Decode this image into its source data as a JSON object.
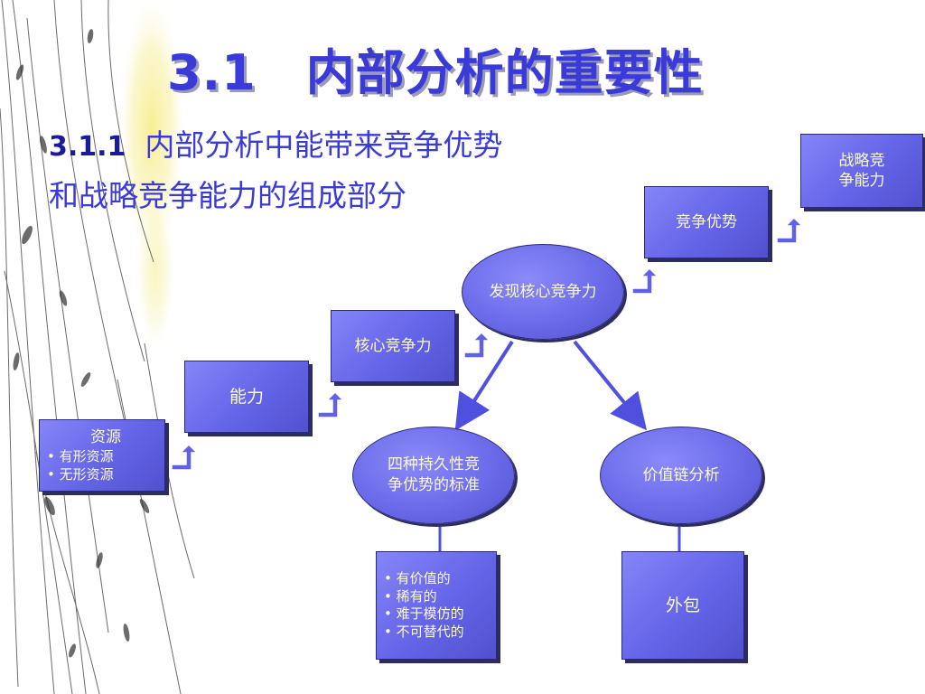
{
  "title": "3.1　内部分析的重要性",
  "subtitle": {
    "number": "3.1.1",
    "line1_text": "  内部分析中能带来竞争优势",
    "line2": "和战略竞争能力的组成部分"
  },
  "nodes": {
    "resources": {
      "title": "资源",
      "items": [
        "• 有形资源",
        "• 无形资源"
      ]
    },
    "capabilities": {
      "label": "能力"
    },
    "core_competence": {
      "label": "核心竞争力"
    },
    "discover_core": {
      "label": "发现核心竞争力"
    },
    "competitive_advantage": {
      "label": "竞争优势"
    },
    "strategic_competitiveness": {
      "lines": [
        "战略竞",
        "争能力"
      ]
    },
    "four_criteria": {
      "lines": [
        "四种持久性竞",
        "争优势的标准"
      ]
    },
    "value_chain": {
      "label": "价值链分析"
    },
    "criteria_list": {
      "items": [
        "• 有价值的",
        "• 稀有的",
        "• 难于模仿的",
        "• 不可替代的"
      ]
    },
    "outsourcing": {
      "label": "外包"
    }
  },
  "colors": {
    "title": "#3a3ad8",
    "box_fill": "#6b6bea",
    "box_text": "#fafad0",
    "shadow": "#2c2c5e",
    "arrow": "#5050e0",
    "decor_yellow": "#f8f2a8"
  },
  "icons": [
    "step-arrow-icon",
    "flow-arrow-icon"
  ]
}
